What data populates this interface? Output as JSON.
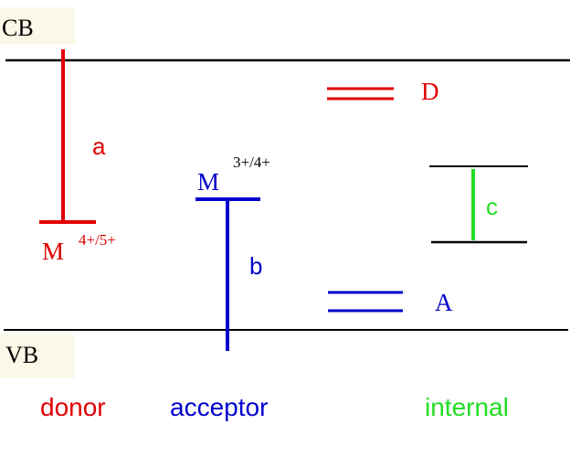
{
  "labels": {
    "cb": "CB",
    "vb": "VB",
    "transition_a": "a",
    "transition_b": "b",
    "transition_c": "c",
    "donor_metal": "M",
    "donor_charge": "4+/5+",
    "acceptor_metal": "M",
    "acceptor_charge": "3+/4+",
    "internal_donor": "D",
    "internal_acceptor": "A",
    "caption_donor": "donor",
    "caption_acceptor": "acceptor",
    "caption_internal": "internal"
  },
  "colors": {
    "donor": "#e00000",
    "acceptor": "#0000cc",
    "internal": "#22dd22",
    "band": "#000000",
    "band_label_bg": "#fbf8e8"
  }
}
